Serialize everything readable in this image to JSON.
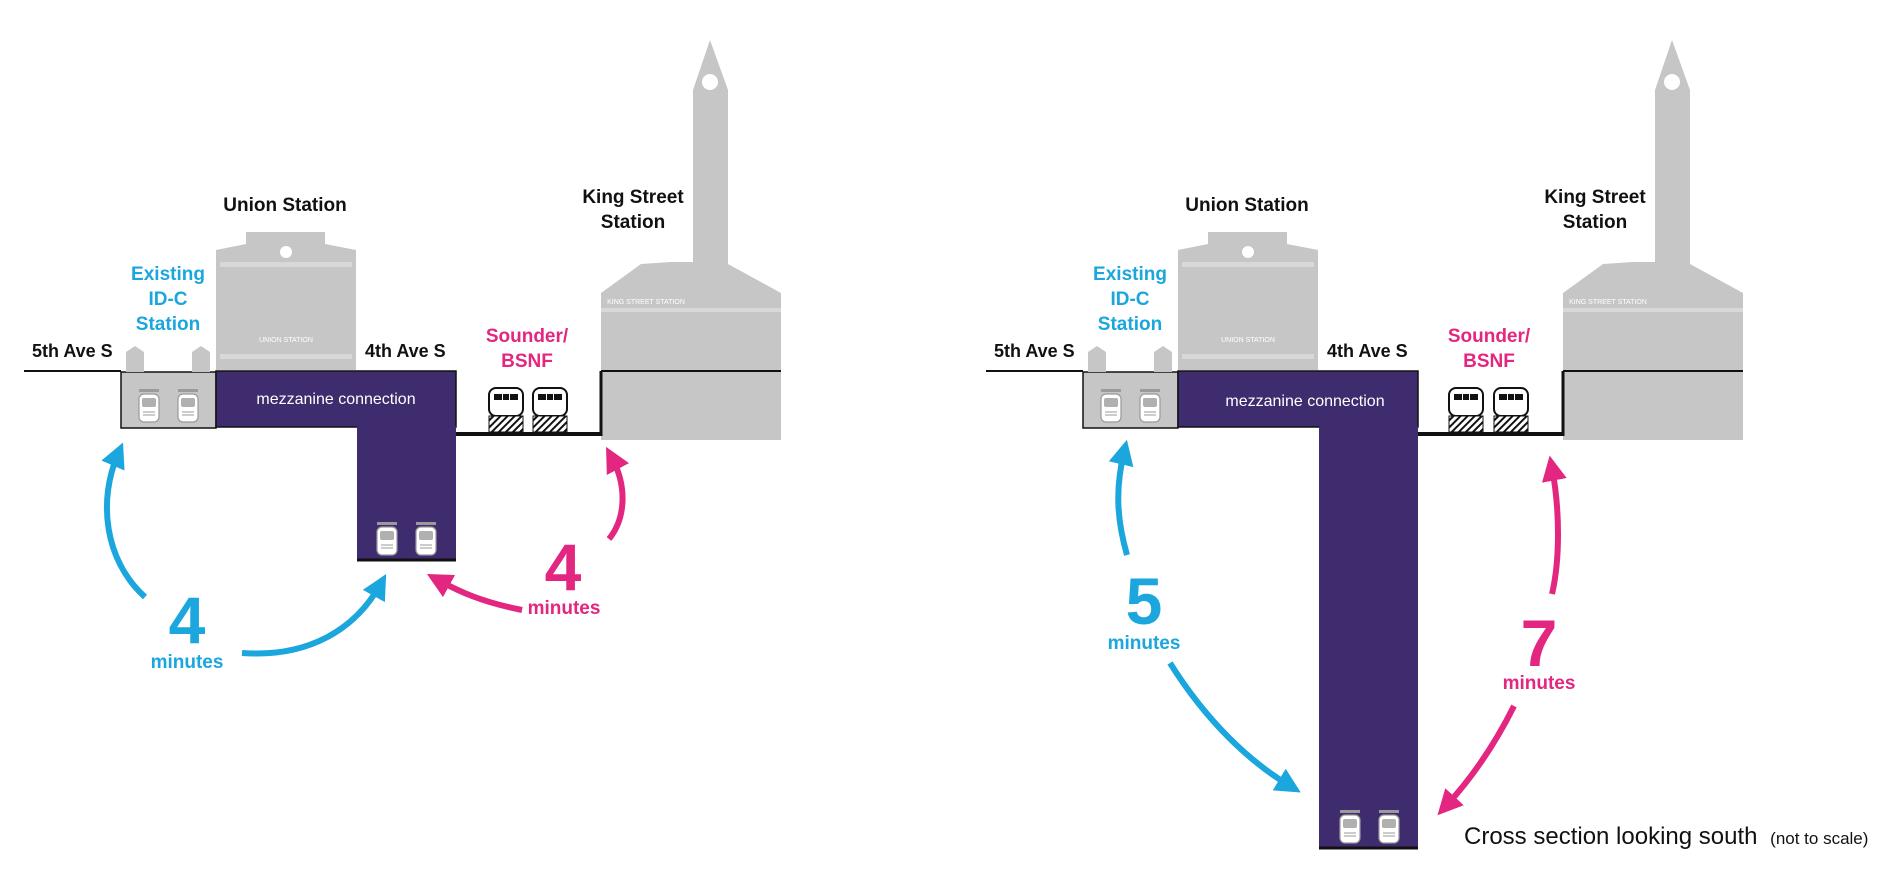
{
  "colors": {
    "blue": "#1ba6dd",
    "pink": "#e3267f",
    "purple": "#3f2c6e",
    "gray": "#c6c6c6",
    "dark_gray": "#b3b3b3",
    "black": "#111111"
  },
  "left_panel": {
    "union_station": "Union Station",
    "union_station_sign": "UNION STATION",
    "king_street_line1": "King Street",
    "king_street_line2": "Station",
    "king_street_sign": "KING STREET STATION",
    "existing_line1": "Existing",
    "existing_line2": "ID-C",
    "existing_line3": "Station",
    "fifth_ave": "5th Ave S",
    "fourth_ave": "4th Ave S",
    "sounder_line1": "Sounder/",
    "sounder_line2": "BSNF",
    "mezzanine": "mezzanine connection",
    "blue_value": "4",
    "blue_unit": "minutes",
    "pink_value": "4",
    "pink_unit": "minutes"
  },
  "right_panel": {
    "union_station": "Union Station",
    "union_station_sign": "UNION STATION",
    "king_street_line1": "King Street",
    "king_street_line2": "Station",
    "king_street_sign": "KING STREET STATION",
    "existing_line1": "Existing",
    "existing_line2": "ID-C",
    "existing_line3": "Station",
    "fifth_ave": "5th Ave S",
    "fourth_ave": "4th Ave S",
    "sounder_line1": "Sounder/",
    "sounder_line2": "BSNF",
    "mezzanine": "mezzanine connection",
    "blue_value": "5",
    "blue_unit": "minutes",
    "pink_value": "7",
    "pink_unit": "minutes"
  },
  "caption": {
    "main": "Cross section looking south",
    "note": "(not to scale)"
  }
}
